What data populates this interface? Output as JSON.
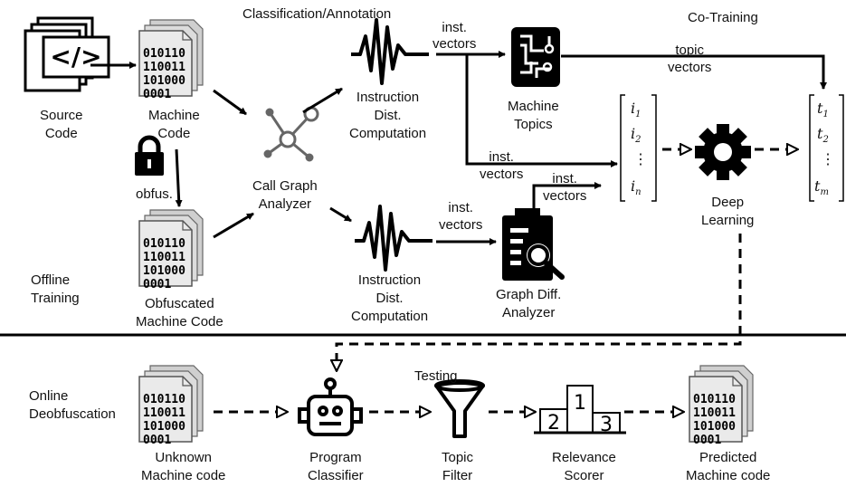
{
  "labels": {
    "classification": "Classification/Annotation",
    "cotraining": "Co-Training",
    "inst_vectors_1": "inst.\nvectors",
    "topic_vectors": "topic\nvectors",
    "source_code": "Source\nCode",
    "machine_code": "Machine\nCode",
    "instr_dist_1": "Instruction\nDist.\nComputation",
    "machine_topics": "Machine\nTopics",
    "inst_vectors_2": "inst.\nvectors",
    "inst_vectors_3": "inst.\nvectors",
    "inst_vectors_4": "inst.\nvectors",
    "call_graph": "Call Graph\nAnalyzer",
    "obfus": "obfus.",
    "deep_learning": "Deep\nLearning",
    "offline": "Offline\nTraining",
    "obfuscated_code": "Obfuscated\nMachine Code",
    "instr_dist_2": "Instruction\nDist.\nComputation",
    "graph_diff": "Graph Diff.\nAnalyzer",
    "testing": "Testing",
    "online": "Online\nDeobfuscation",
    "unknown_code": "Unknown\nMachine code",
    "program_classifier": "Program\nClassifier",
    "topic_filter": "Topic\nFilter",
    "relevance_scorer": "Relevance\nScorer",
    "predicted_code": "Predicted\nMachine code",
    "vector_i": [
      "i1",
      "i2",
      "⋮",
      "in"
    ],
    "vector_t": [
      "t1",
      "t2",
      "⋮",
      "tm"
    ],
    "binary_lines": [
      "010110",
      "110011",
      "101000",
      "0001"
    ],
    "podium": [
      "1",
      "2",
      "3"
    ]
  },
  "icons": [
    "source-code-icon",
    "machine-code-icon",
    "lock-icon",
    "obfuscated-code-icon",
    "call-graph-icon",
    "waveform-icon",
    "chip-icon",
    "gear-icon",
    "clipboard-search-icon",
    "robot-icon",
    "funnel-icon",
    "podium-icon",
    "predicted-code-icon"
  ]
}
